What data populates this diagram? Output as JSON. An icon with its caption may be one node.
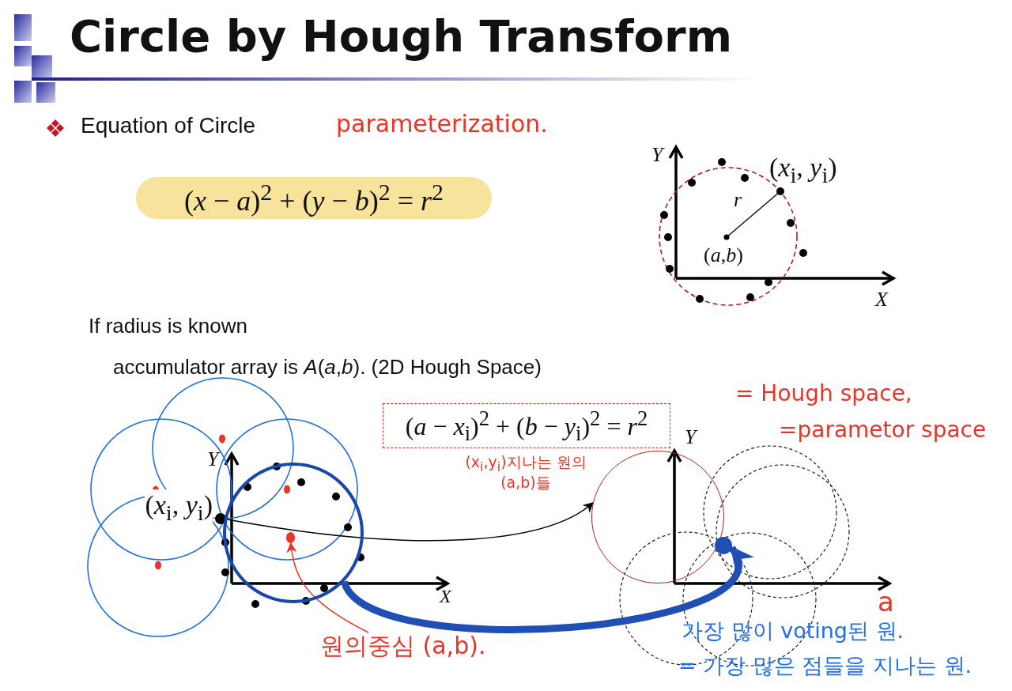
{
  "diagram": {
    "title": "Circle by Hough Transform",
    "nodes": [
      {
        "text": [
          "(*x* − *a*)$^{2}$ + (*y* − *b*)$^{2}$ = *r*$^{2}$"
        ]
      },
      {
        "text": [
          "(*a* − *x*$_{i}$)$^{2}$ + (*b* − *y*$_{i}$)$^{2}$ = *r*$^{2}$"
        ]
      },
      {
        "text": [],
        "shape": "circle",
        "beside": [
          "(*x*$_{i}$, *y*$_{i}$)"
        ]
      },
      {
        "text": [],
        "shape": "circle"
      },
      {
        "text": [],
        "shape": "circle",
        "in": 3
      },
      {
        "text": [],
        "shape": "circle"
      },
      {
        "text": [],
        "shape": "circle"
      },
      {
        "text": [
          "원의중심 (a,b)."
        ]
      }
    ],
    "edges": [
      {
        "from": 2,
        "to": 5,
        "arrow": "to",
        "label": "(x$_{i}$,y$_{i}$)지나는 원의 (a,b)들",
        "color": "#000000"
      },
      {
        "from": 3,
        "to": 6,
        "arrow": "to",
        "style": "thick",
        "color": "#1f4fb5"
      },
      {
        "from": 7,
        "to": 4,
        "arrow": "to",
        "color": "#e8352a"
      }
    ],
    "labels": [
      "Equation of Circle",
      "parameterization.",
      "Y",
      "(*x*$_{i}$, *y*$_{i}$)",
      "r",
      "(*a*,*b*)",
      "X",
      "If radius is known",
      "accumulator array is *A*(*a*,*b*). (2D Hough Space)",
      "= Hough space,",
      "=parametor space",
      "Y",
      "Y",
      "X",
      "a",
      "가장 많이 voting된 원.",
      "= 가장 많은 점들을 지나는 원."
    ]
  }
}
